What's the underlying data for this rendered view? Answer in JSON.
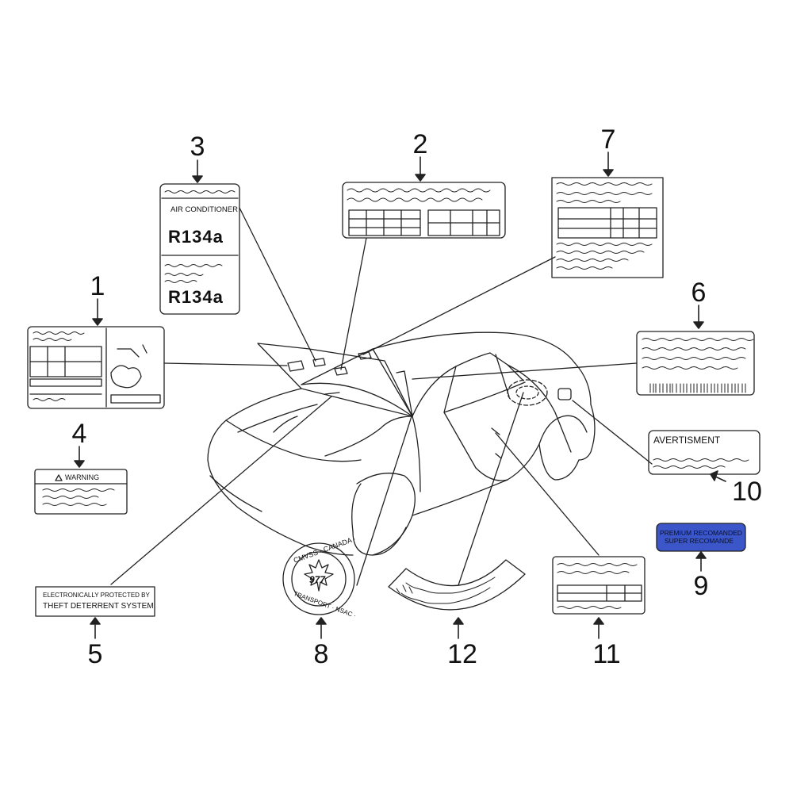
{
  "callouts": [
    "1",
    "2",
    "3",
    "4",
    "5",
    "6",
    "7",
    "8",
    "9",
    "10",
    "11",
    "12"
  ],
  "labels": {
    "air_conditioner": "AIR CONDITIONER",
    "refrigerant_top": "R134a",
    "refrigerant_bottom": "R134a",
    "warning": "WARNING",
    "theft_line1": "ELECTRONICALLY PROTECTED  BY",
    "theft_line2": "THEFT DETERRENT SYSTEM",
    "avertisment": "AVERTISMENT",
    "fuel_line1": "PREMIUM RECOMANDED",
    "fuel_line2": "SUPER  RECOMANDE",
    "cmvss_number": "977",
    "cmvss_top": "CMVSS · CANADA ·",
    "cmvss_bottom": "TRANSPORT · NSAC ·"
  },
  "colors": {
    "fuel_label": "#3a56c8",
    "line": "#222222"
  }
}
